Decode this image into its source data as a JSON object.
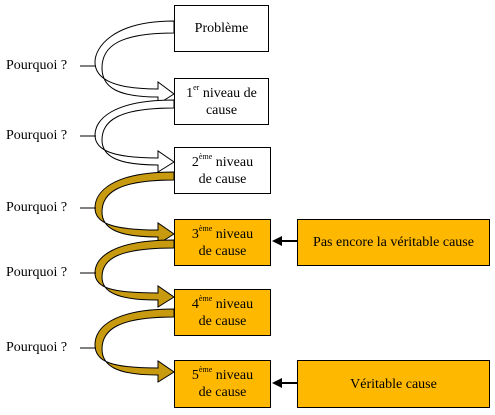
{
  "colors": {
    "gold_fill": "#ffb800",
    "gold_arrow": "#c89a0f",
    "white_fill": "#ffffff",
    "stroke": "#000000"
  },
  "question": "Pourquoi ?",
  "boxes": [
    {
      "line1": "Problème",
      "sup": "",
      "line1_rest": "",
      "line2": ""
    },
    {
      "line1": "1",
      "sup": "er",
      "line1_rest": " niveau de",
      "line2": "cause"
    },
    {
      "line1": "2",
      "sup": "ème",
      "line1_rest": " niveau",
      "line2": "de cause"
    },
    {
      "line1": "3",
      "sup": "ème",
      "line1_rest": " niveau",
      "line2": "de cause"
    },
    {
      "line1": "4",
      "sup": "ème",
      "line1_rest": " niveau",
      "line2": "de cause"
    },
    {
      "line1": "5",
      "sup": "ème",
      "line1_rest": " niveau",
      "line2": "de cause"
    }
  ],
  "side_boxes": [
    {
      "label": "Pas encore la véritable cause"
    },
    {
      "label": "Véritable cause"
    }
  ]
}
